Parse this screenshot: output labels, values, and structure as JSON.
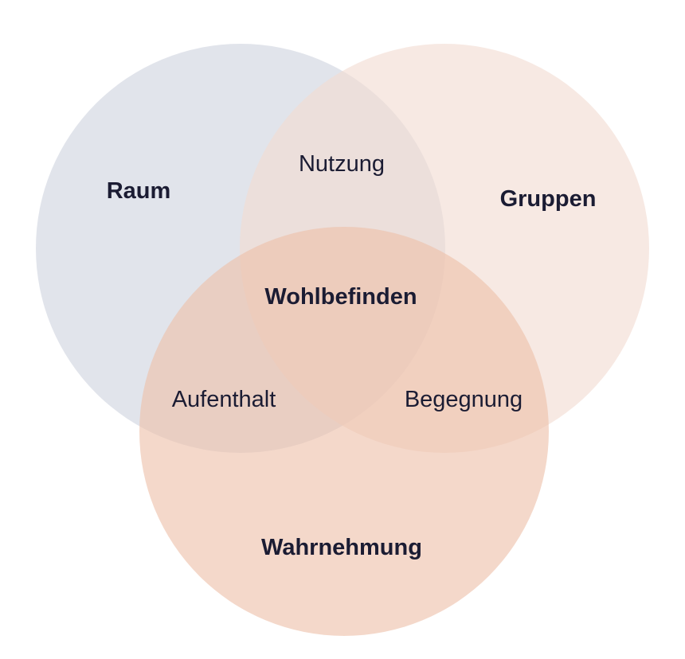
{
  "sets": [
    {
      "key": "raum",
      "label": "Raum",
      "color": "#cfd4de"
    },
    {
      "key": "gruppen",
      "label": "Gruppen",
      "color": "#f2dcd2"
    },
    {
      "key": "wahrnehmung",
      "label": "Wahrnehmung",
      "color": "#eec0aa"
    }
  ],
  "overlaps": {
    "raum_gruppen": "Nutzung",
    "raum_wahrnehmung": "Aufenthalt",
    "gruppen_wahrnehmung": "Begegnung"
  },
  "center": "Wohlbefinden",
  "text_color": "#1b1c33"
}
